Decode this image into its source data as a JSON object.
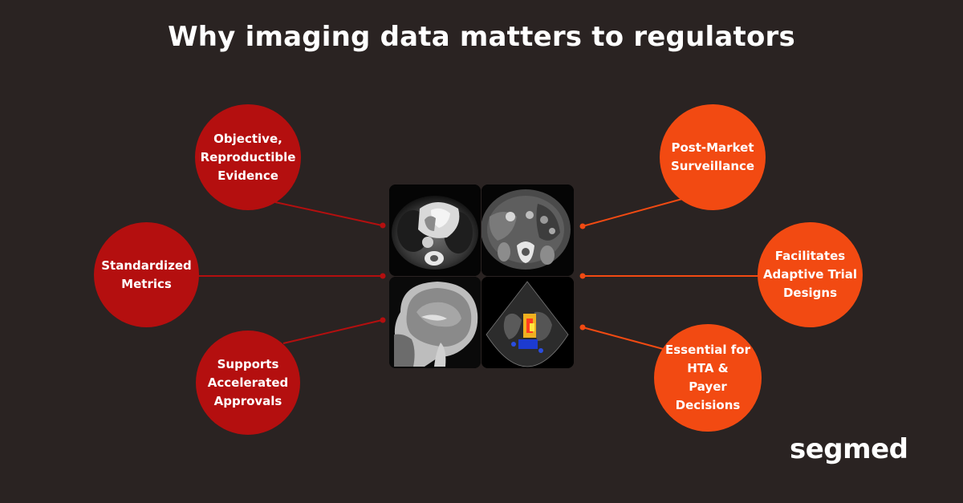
{
  "title": "Why imaging data matters to regulators",
  "colors": {
    "background": "#2a2322",
    "left_bubble": "#b40f0f",
    "right_bubble": "#f24a12",
    "left_line": "#b40f0f",
    "right_line": "#f24a12"
  },
  "left_bubbles": [
    {
      "label": "Objective,\nReproductible\nEvidence"
    },
    {
      "label": "Standardized\nMetrics"
    },
    {
      "label": "Supports\nAccelerated\nApprovals"
    }
  ],
  "right_bubbles": [
    {
      "label": "Post-Market\nSurveillance"
    },
    {
      "label": "Facilitates\nAdaptive Trial\nDesigns"
    },
    {
      "label": "Essential for\nHTA &\nPayer\nDecisions"
    }
  ],
  "images": [
    {
      "icon": "cardiac-ct-image"
    },
    {
      "icon": "abdominal-ct-image"
    },
    {
      "icon": "brain-mri-image"
    },
    {
      "icon": "echocardiogram-doppler-image"
    }
  ],
  "logo": {
    "text": "segmed"
  }
}
